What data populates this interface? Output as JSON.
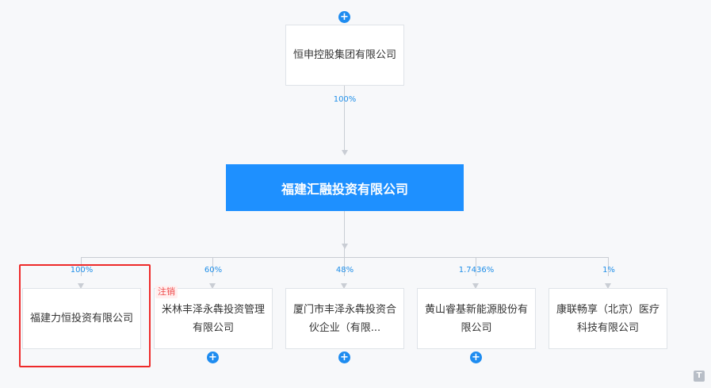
{
  "parent": {
    "name": "恒申控股集团有限公司",
    "share": "100%"
  },
  "main": {
    "name": "福建汇融投资有限公司"
  },
  "children": [
    {
      "name": "福建力恒投资有限公司",
      "share": "100%"
    },
    {
      "name": "米林丰泽永犇投资管理有限公司",
      "share": "60%",
      "badge": "注销"
    },
    {
      "name": "厦门市丰泽永犇投资合伙企业（有限...",
      "share": "48%"
    },
    {
      "name": "黄山睿基新能源股份有限公司",
      "share": "1.7436%"
    },
    {
      "name": "康联畅享（北京）医疗科技有限公司",
      "share": "1%"
    }
  ],
  "icons": {
    "expand": "plus-circle-icon"
  },
  "colors": {
    "accent": "#1e90ff",
    "highlight": "#ee2a2a"
  }
}
